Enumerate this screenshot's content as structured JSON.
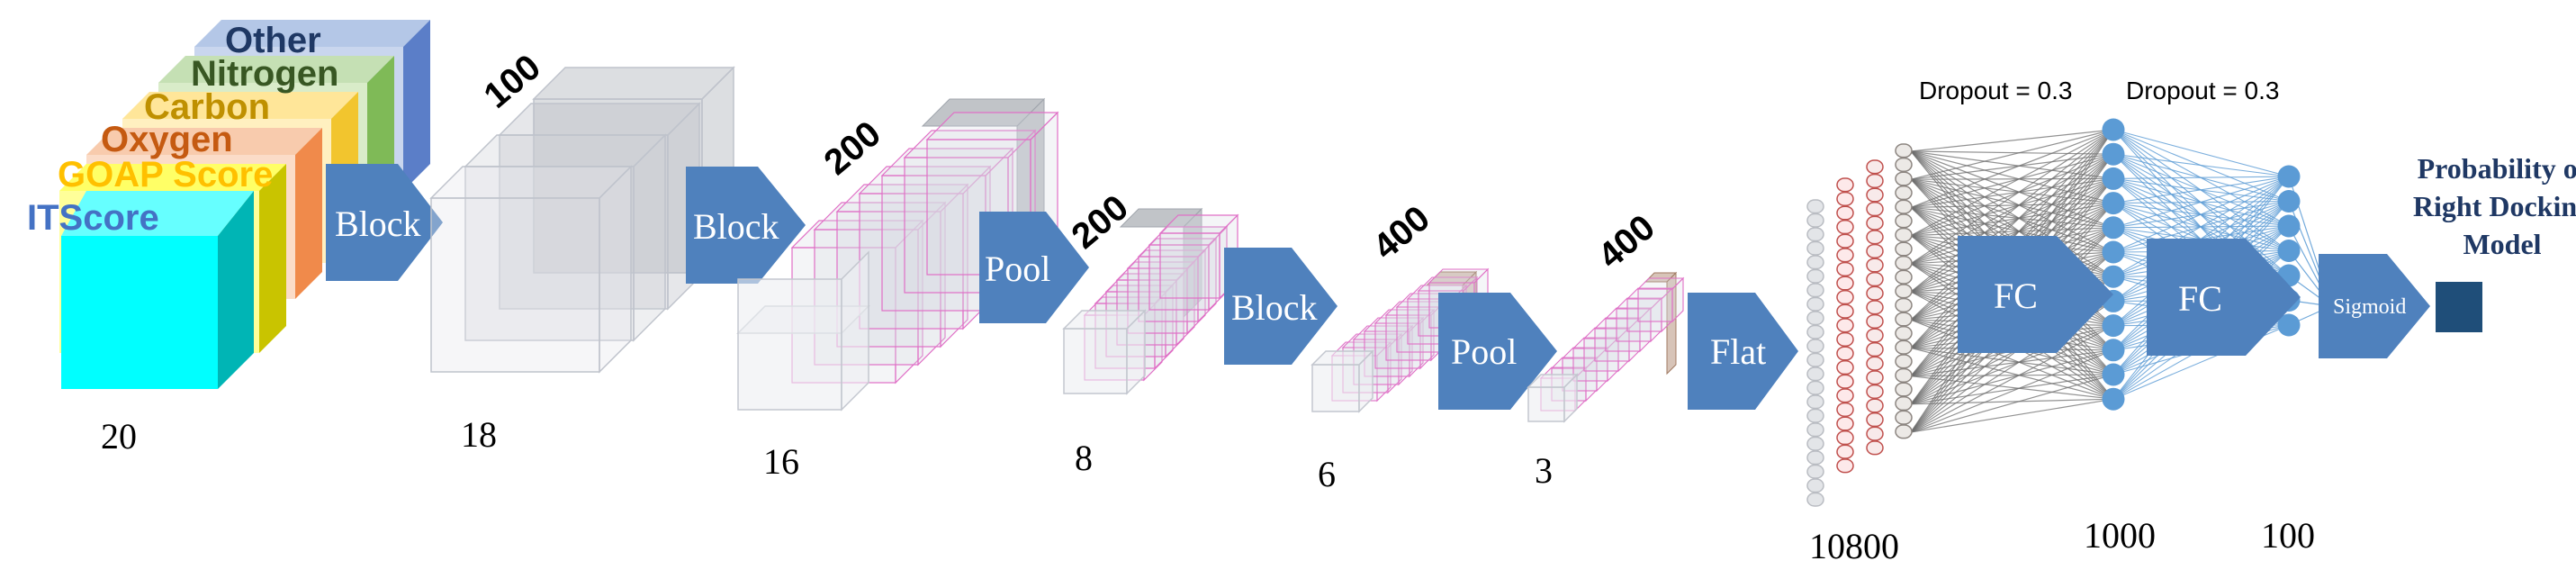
{
  "input": {
    "channels": [
      {
        "label": "Other",
        "color": "#1f3864",
        "face": "#b4c7e7"
      },
      {
        "label": "Nitrogen",
        "color": "#385723",
        "face": "#c5e0b4"
      },
      {
        "label": "Carbon",
        "color": "#bf9000",
        "face": "#ffe699"
      },
      {
        "label": "Oxygen",
        "color": "#c55a11",
        "face": "#f8cbad"
      },
      {
        "label": "GOAP Score",
        "color": "#ffc000",
        "face": "#ffff66"
      },
      {
        "label": "ITScore",
        "color": "#4472c4",
        "face": "#66ffff"
      }
    ],
    "size_label": "20"
  },
  "ops": {
    "block1": "Block",
    "block2": "Block",
    "pool1": "Pool",
    "block3": "Block",
    "pool2": "Pool",
    "flat": "Flat",
    "fc1": "FC",
    "fc2": "FC",
    "sigmoid": "Sigmoid"
  },
  "feature_maps": [
    {
      "depth": "100",
      "size": "18"
    },
    {
      "depth": "200",
      "size": "16"
    },
    {
      "depth": "200",
      "size": "8"
    },
    {
      "depth": "400",
      "size": "6"
    },
    {
      "depth": "400",
      "size": "3"
    }
  ],
  "dense": {
    "flat_size": "10800",
    "hidden1_size": "1000",
    "hidden2_size": "100",
    "dropout1": "Dropout = 0.3",
    "dropout2": "Dropout = 0.3"
  },
  "output": {
    "line1": "Probability of",
    "line2": "Right Docking",
    "line3": "Model"
  },
  "colors": {
    "op_arrow": "#4f81bd",
    "neuron": "#5b9bd5",
    "output_box": "#1f4e79",
    "cube_face": "#e6e8ee",
    "cube_edge_pink": "#e06fc6"
  }
}
